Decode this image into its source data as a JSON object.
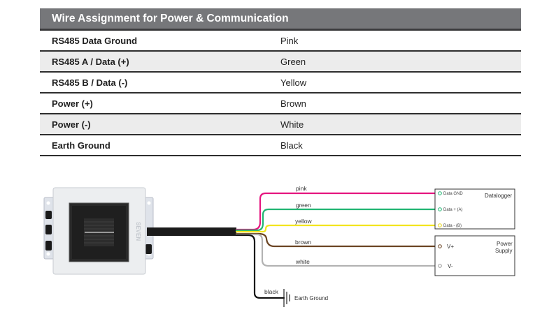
{
  "table": {
    "title": "Wire Assignment for Power & Communication",
    "rows": [
      {
        "function": "RS485 Data Ground",
        "color": "Pink"
      },
      {
        "function": "RS485 A / Data (+)",
        "color": "Green"
      },
      {
        "function": "RS485 B / Data (-)",
        "color": "Yellow"
      },
      {
        "function": "Power (+)",
        "color": "Brown"
      },
      {
        "function": "Power (-)",
        "color": "White"
      },
      {
        "function": "Earth Ground",
        "color": "Black"
      }
    ]
  },
  "diagram": {
    "device_brand": "SEVEN",
    "wires": {
      "pink": {
        "label": "pink",
        "hex": "#e5157f"
      },
      "green": {
        "label": "green",
        "hex": "#22b573"
      },
      "yellow": {
        "label": "yellow",
        "hex": "#f2e51f"
      },
      "brown": {
        "label": "brown",
        "hex": "#6b4423"
      },
      "white": {
        "label": "white",
        "hex": "#b3b3b3"
      },
      "black": {
        "label": "black",
        "hex": "#111111"
      }
    },
    "datalogger": {
      "title": "Datalogger",
      "terminals": [
        "Data GND",
        "Data + (A)",
        "Data - (B)"
      ]
    },
    "power_supply": {
      "title_line1": "Power",
      "title_line2": "Supply",
      "terminals": [
        "V+",
        "V-"
      ]
    },
    "earth_ground": {
      "label": "Earth Ground"
    }
  }
}
